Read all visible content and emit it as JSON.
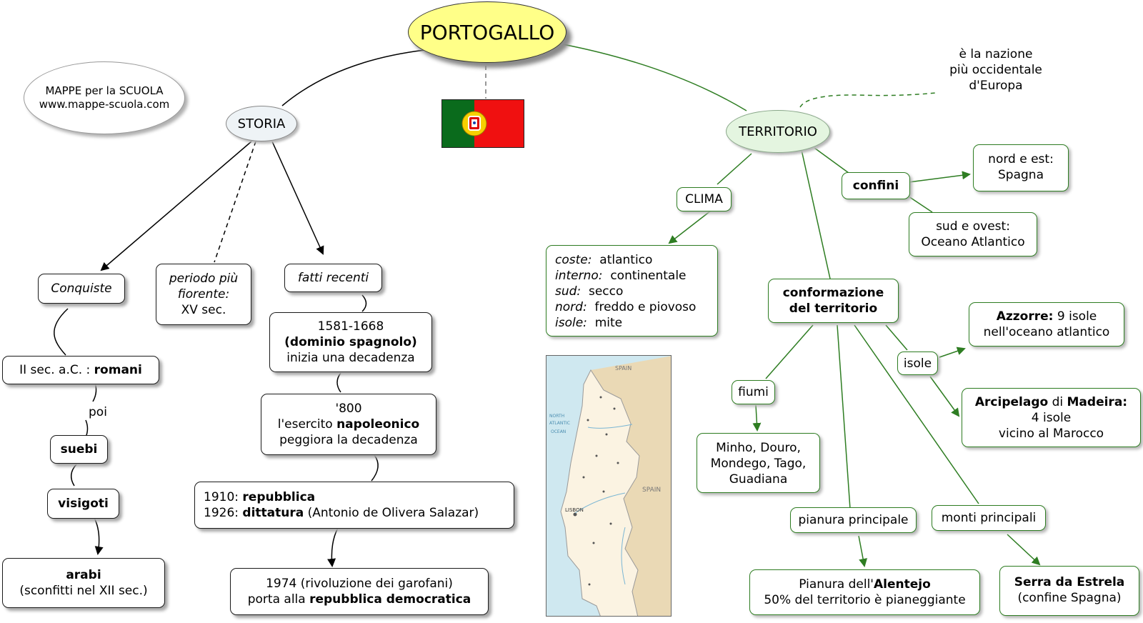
{
  "title": "PORTOGALLO",
  "logo": {
    "line1": "MAPPE per la SCUOLA",
    "line2": "www.mappe-scuola.com"
  },
  "storia": {
    "label": "STORIA",
    "conquiste": "Conquiste",
    "periodo": {
      "line1": "periodo più",
      "line2": "fiorente:",
      "line3": "XV sec."
    },
    "fatti": "fatti recenti",
    "romani": {
      "prefix": "II sec. a.C. : ",
      "bold": "romani"
    },
    "poi": "poi",
    "suebi": "suebi",
    "visigoti": "visigoti",
    "arabi": {
      "bold": "arabi",
      "rest": "(sconfitti nel XII sec.)"
    },
    "dominio": {
      "years": "1581-1668",
      "bold": "(dominio spagnolo)",
      "rest": "inizia una decadenza"
    },
    "ottocento": {
      "line1": "'800",
      "prefix": "l'esercito ",
      "bold": "napoleonico",
      "line3": "peggiora la decadenza"
    },
    "repubblica": {
      "y1": "1910: ",
      "b1": "repubblica",
      "y2": "1926: ",
      "b2": "dittatura",
      "rest2": " (Antonio de Olivera Salazar)"
    },
    "rivoluzione": {
      "line1": "1974 (rivoluzione dei garofani)",
      "prefix": "porta alla ",
      "bold": "repubblica democratica"
    }
  },
  "territorio": {
    "label": "TERRITORIO",
    "nazione": {
      "line1": "è la nazione",
      "line2": "più occidentale",
      "line3": "d'Europa"
    },
    "clima": {
      "label": "CLIMA",
      "rows": [
        {
          "key": "coste:",
          "val": "atlantico"
        },
        {
          "key": "interno:",
          "val": "continentale"
        },
        {
          "key": "sud:",
          "val": "secco"
        },
        {
          "key": "nord:",
          "val": "freddo e piovoso"
        },
        {
          "key": "isole:",
          "val": "mite"
        }
      ]
    },
    "confini": {
      "label": "confini",
      "nord": {
        "line1": "nord e est:",
        "line2": "Spagna"
      },
      "sud": {
        "line1": "sud e ovest:",
        "line2": "Oceano Atlantico"
      }
    },
    "conformazione": {
      "line1": "conformazione",
      "line2": "del territorio"
    },
    "fiumi": {
      "label": "fiumi",
      "line1": "Minho, Douro,",
      "line2": "Mondego, Tago,",
      "line3": "Guadiana"
    },
    "isole": {
      "label": "isole",
      "azzorre": {
        "bold": "Azzorre:",
        "rest": " 9 isole",
        "line2": "nell'oceano atlantico"
      },
      "madeira": {
        "b1": "Arcipelago",
        "mid": " di ",
        "b2": "Madeira:",
        "line2": "4 isole",
        "line3": "vicino al Marocco"
      }
    },
    "pianura": {
      "label": "pianura principale",
      "prefix": "Pianura dell'",
      "bold": "Alentejo",
      "line2": "50% del territorio è pianeggiante"
    },
    "monti": {
      "label": "monti principali",
      "bold": "Serra da Estrela",
      "line2": "(confine Spagna)"
    }
  },
  "map": {
    "spain_top": "SPAIN",
    "spain_mid": "SPAIN",
    "ocean1": "NORTH",
    "ocean2": "ATLANTIC",
    "ocean3": "OCEAN",
    "lisbon": "LISBON"
  },
  "colors": {
    "title_fill": "#ffff88",
    "storia_fill": "#eef3f6",
    "territorio_fill": "#e4f5e0",
    "green_line": "#2e7d22"
  }
}
